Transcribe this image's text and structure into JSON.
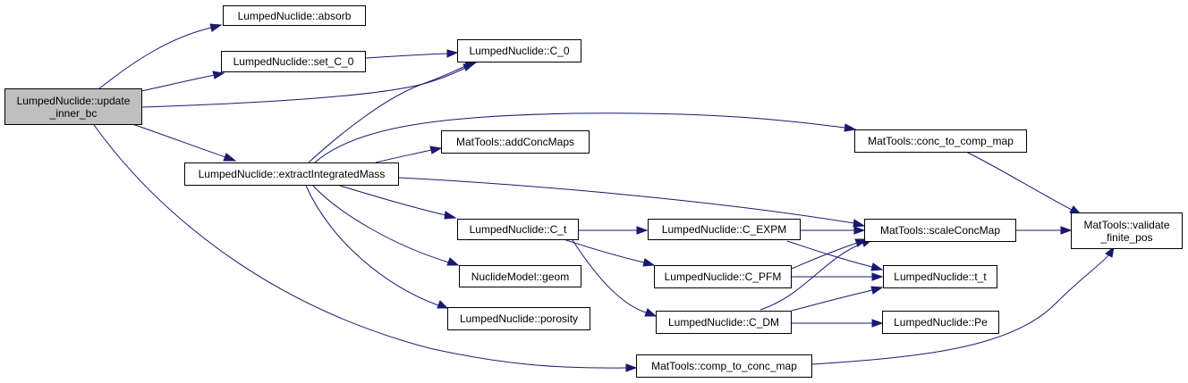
{
  "graph": {
    "nodes": {
      "update_inner_bc": {
        "line1": "LumpedNuclide::update",
        "line2": "_inner_bc"
      },
      "absorb": {
        "label": "LumpedNuclide::absorb"
      },
      "set_C_0": {
        "label": "LumpedNuclide::set_C_0"
      },
      "C_0": {
        "label": "LumpedNuclide::C_0"
      },
      "extractIntegratedMass": {
        "label": "LumpedNuclide::extractIntegratedMass"
      },
      "addConcMaps": {
        "label": "MatTools::addConcMaps"
      },
      "conc_to_comp_map": {
        "label": "MatTools::conc_to_comp_map"
      },
      "C_t": {
        "label": "LumpedNuclide::C_t"
      },
      "C_EXPM": {
        "label": "LumpedNuclide::C_EXPM"
      },
      "scaleConcMap": {
        "label": "MatTools::scaleConcMap"
      },
      "validate_finite_pos": {
        "line1": "MatTools::validate",
        "line2": "_finite_pos"
      },
      "geom": {
        "label": "NuclideModel::geom"
      },
      "C_PFM": {
        "label": "LumpedNuclide::C_PFM"
      },
      "t_t": {
        "label": "LumpedNuclide::t_t"
      },
      "porosity": {
        "label": "LumpedNuclide::porosity"
      },
      "C_DM": {
        "label": "LumpedNuclide::C_DM"
      },
      "Pe": {
        "label": "LumpedNuclide::Pe"
      },
      "comp_to_conc_map": {
        "label": "MatTools::comp_to_conc_map"
      }
    }
  },
  "colors": {
    "edge": "#191970",
    "root_fill": "#bfbfbf",
    "node_fill": "#ffffff",
    "border": "#000000"
  }
}
